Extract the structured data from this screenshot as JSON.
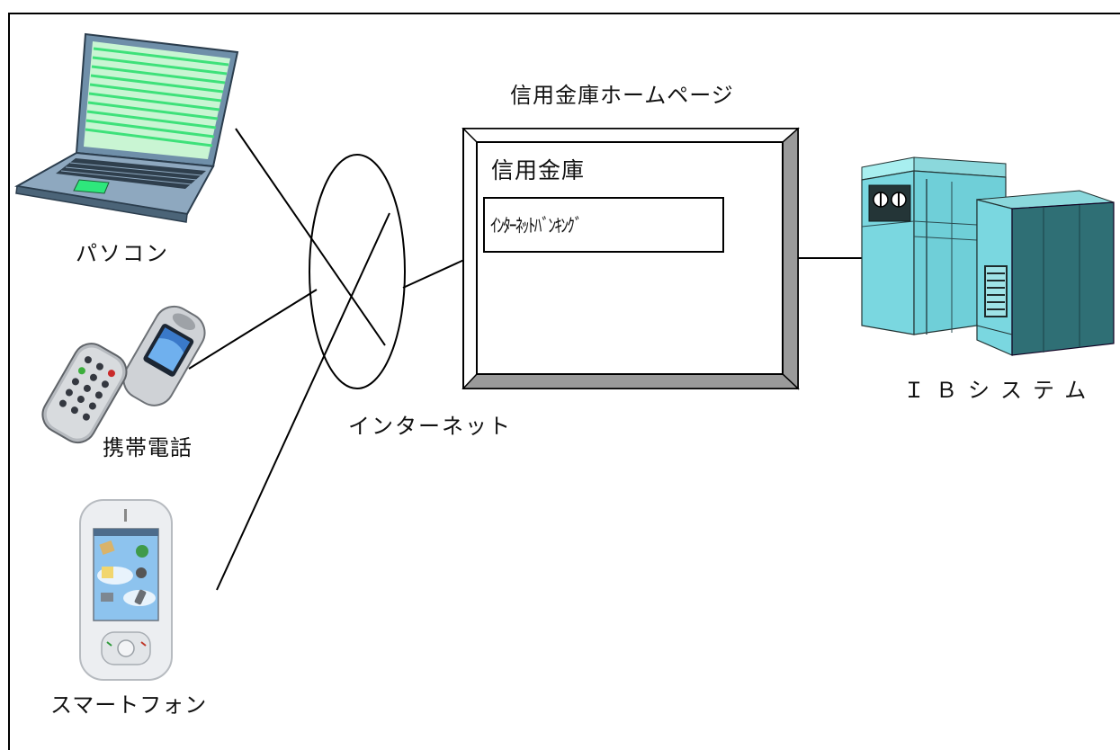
{
  "devices": {
    "pc_label": "パソコン",
    "phone_label": "携帯電話",
    "smartphone_label": "スマートフォン"
  },
  "network": {
    "internet_label": "インターネット"
  },
  "homepage": {
    "title": "信用金庫ホームページ",
    "bank_name": "信用金庫",
    "banking_button": "ｲﾝﾀｰﾈｯﾄﾊﾞﾝｷﾝｸﾞ"
  },
  "server": {
    "label": "ＩＢシステム"
  },
  "icons": [
    "laptop-icon",
    "flip-phone-icon",
    "smartphone-icon",
    "server-icon"
  ]
}
